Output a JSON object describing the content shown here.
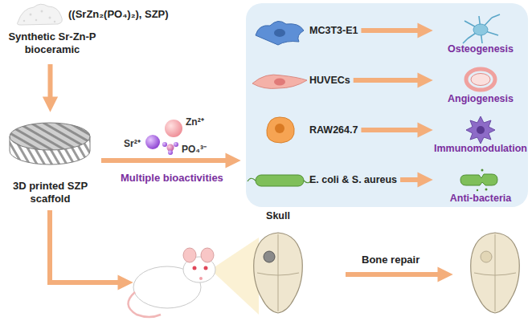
{
  "diagram": {
    "nodes": [
      {
        "text": [
          "((SrZn₂(PO₄)₂), SZP)",
          "Synthetic Sr-Zn-P bioceramic"
        ]
      },
      {
        "text": [
          "3D printed SZP scaffold"
        ]
      },
      {
        "text": [
          "MC3T3-E1"
        ]
      },
      {
        "text": [
          "Osteogenesis"
        ]
      },
      {
        "text": [
          "HUVECs"
        ]
      },
      {
        "text": [
          "Angiogenesis"
        ]
      },
      {
        "text": [
          "RAW264.7"
        ]
      },
      {
        "text": [
          "Immunomodulation"
        ]
      },
      {
        "text": [
          "E. coli & S. aureus"
        ]
      },
      {
        "text": [
          "Anti-bacteria"
        ]
      },
      {
        "text": [
          "Skull"
        ]
      }
    ],
    "edges": [
      {
        "from": 0,
        "to": 1,
        "arrow": "to"
      },
      {
        "from": 2,
        "to": 3,
        "arrow": "to"
      },
      {
        "from": 4,
        "to": 5,
        "arrow": "to"
      },
      {
        "from": 6,
        "to": 7,
        "arrow": "to"
      },
      {
        "from": 8,
        "to": 9,
        "arrow": "to"
      }
    ],
    "labels": [
      "Zn²⁺",
      "Sr²⁺",
      "PO₄³⁻",
      "Multiple bioactivities",
      "Bone repair"
    ]
  }
}
